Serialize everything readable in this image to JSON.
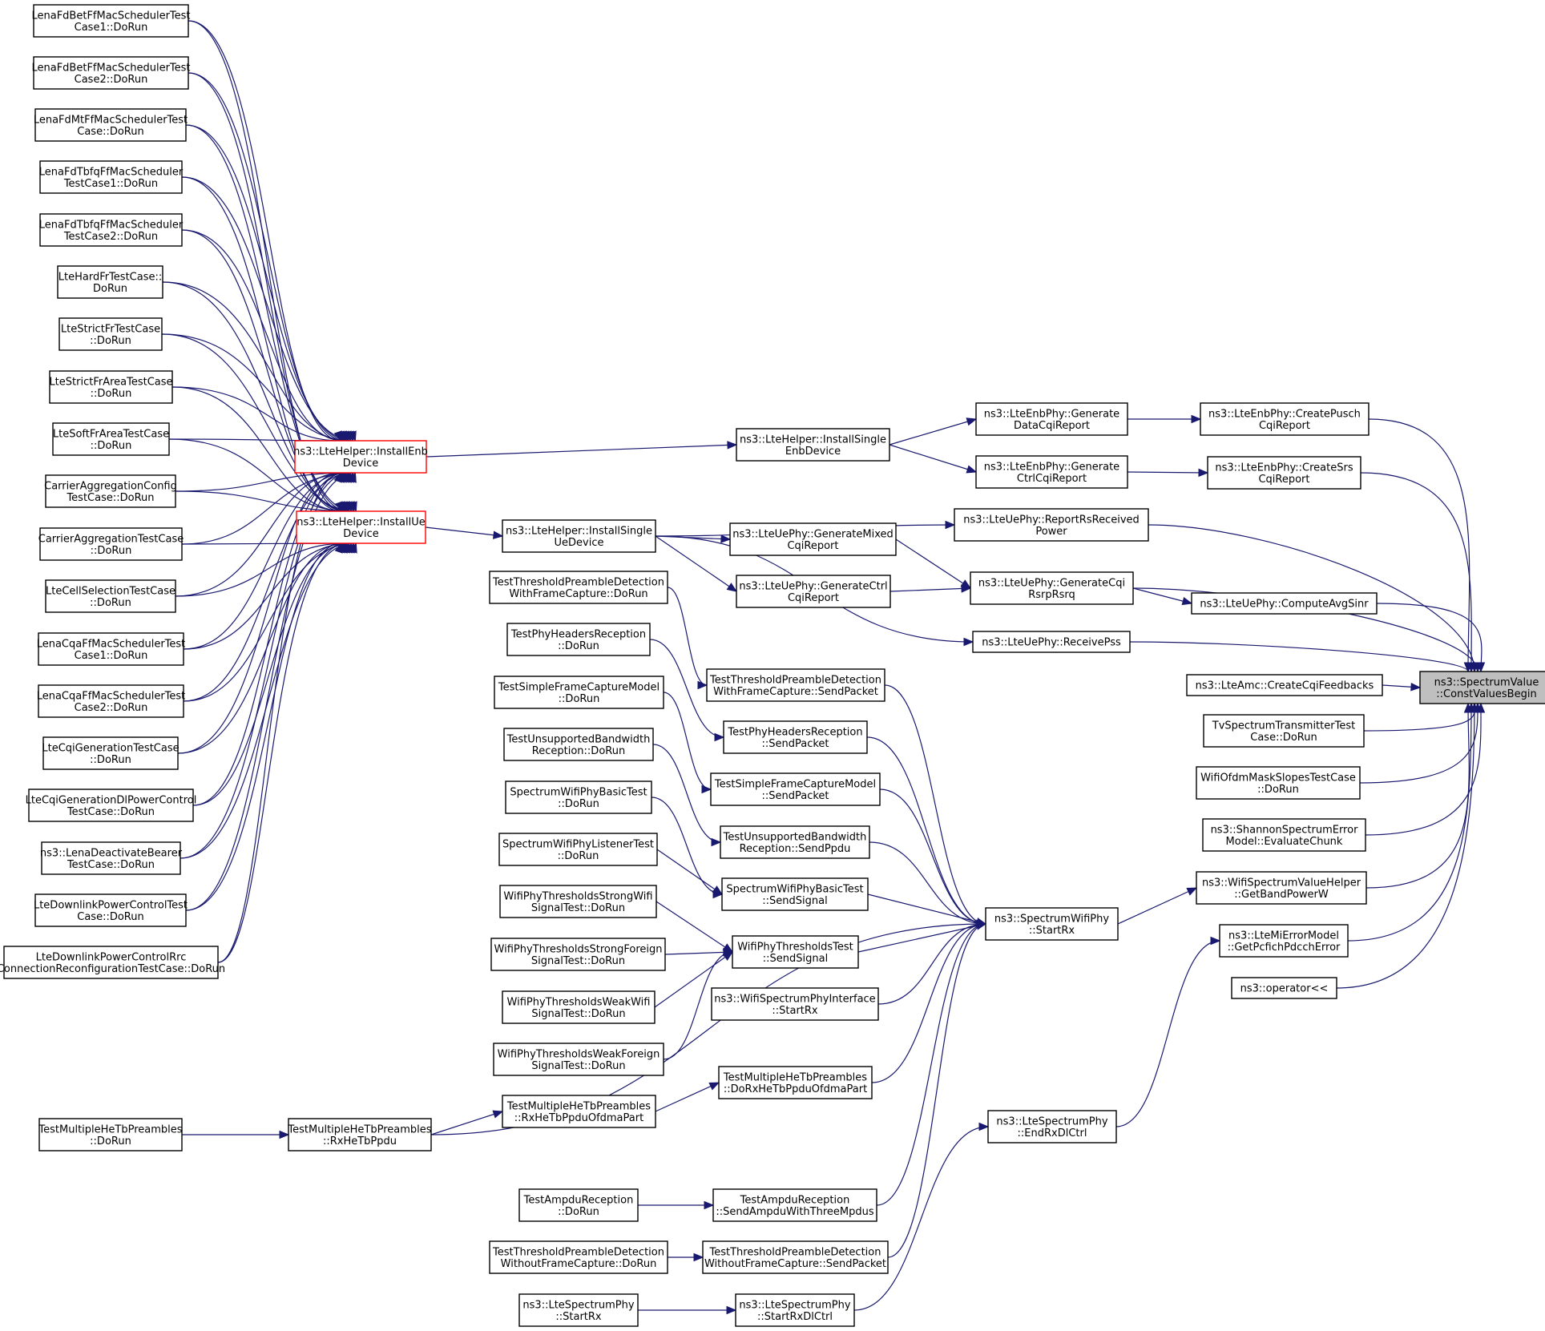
{
  "graph": {
    "title": "ns3::SpectrumValue::ConstValuesBegin caller graph",
    "colors": {
      "edge": "#191970",
      "target_fill": "#bfbfbf",
      "highlight_border": "#ff0000",
      "node_border": "#000000"
    },
    "nodes": {
      "target": [
        "ns3::SpectrumValue",
        "::ConstValuesBegin"
      ],
      "createPusch": [
        "ns3::LteEnbPhy::CreatePusch",
        "CqiReport"
      ],
      "createSrs": [
        "ns3::LteEnbPhy::CreateSrs",
        "CqiReport"
      ],
      "computeAvgSinr": [
        "ns3::LteUePhy::ComputeAvgSinr"
      ],
      "createCqiFeedbacks": [
        "ns3::LteAmc::CreateCqiFeedbacks"
      ],
      "tvSpectrum": [
        "TvSpectrumTransmitterTest",
        "Case::DoRun"
      ],
      "wifiOfdmMask": [
        "WifiOfdmMaskSlopesTestCase",
        "::DoRun"
      ],
      "shannon": [
        "ns3::ShannonSpectrumError",
        "Model::EvaluateChunk"
      ],
      "getBandPower": [
        "ns3::WifiSpectrumValueHelper",
        "::GetBandPowerW"
      ],
      "getPcfich": [
        "ns3::LteMiErrorModel",
        "::GetPcfichPdcchError"
      ],
      "operatorLL": [
        "ns3::operator<<"
      ],
      "genDataCqi": [
        "ns3::LteEnbPhy::Generate",
        "DataCqiReport"
      ],
      "genCtrlCqiEnb": [
        "ns3::LteEnbPhy::Generate",
        "CtrlCqiReport"
      ],
      "reportRs": [
        "ns3::LteUePhy::ReportRsReceived",
        "Power"
      ],
      "genCqiRsrp": [
        "ns3::LteUePhy::GenerateCqi",
        "RsrpRsrq"
      ],
      "receivePss": [
        "ns3::LteUePhy::ReceivePss"
      ],
      "installSingleEnb": [
        "ns3::LteHelper::InstallSingle",
        "EnbDevice"
      ],
      "installSingleUe": [
        "ns3::LteHelper::InstallSingle",
        "UeDevice"
      ],
      "genMixedCqi": [
        "ns3::LteUePhy::GenerateMixed",
        "CqiReport"
      ],
      "genCtrlCqiUe": [
        "ns3::LteUePhy::GenerateCtrl",
        "CqiReport"
      ],
      "installEnb": [
        "ns3::LteHelper::InstallEnb",
        "Device"
      ],
      "installUe": [
        "ns3::LteHelper::InstallUe",
        "Device"
      ],
      "swpStartRx": [
        "ns3::SpectrumWifiPhy",
        "::StartRx"
      ],
      "endRxDlCtrl": [
        "ns3::LteSpectrumPhy",
        "::EndRxDlCtrl"
      ],
      "tpdwfcSend": [
        "TestThresholdPreambleDetection",
        "WithFrameCapture::SendPacket"
      ],
      "phyHdrSend": [
        "TestPhyHeadersReception",
        "::SendPacket"
      ],
      "sfcmSend": [
        "TestSimpleFrameCaptureModel",
        "::SendPacket"
      ],
      "unsupSend": [
        "TestUnsupportedBandwidth",
        "Reception::SendPpdu"
      ],
      "swpbSend": [
        "SpectrumWifiPhyBasicTest",
        "::SendSignal"
      ],
      "wptSend": [
        "WifiPhyThresholdsTest",
        "::SendSignal"
      ],
      "wspiStartRx": [
        "ns3::WifiSpectrumPhyInterface",
        "::StartRx"
      ],
      "mhtDoRxOfdma": [
        "TestMultipleHeTbPreambles",
        "::DoRxHeTbPpduOfdmaPart"
      ],
      "ampduSend": [
        "TestAmpduReception",
        "::SendAmpduWithThreeMpdus"
      ],
      "tpdwofcSend": [
        "TestThresholdPreambleDetection",
        "WithoutFrameCapture::SendPacket"
      ],
      "lspStartRxDlCtrl": [
        "ns3::LteSpectrumPhy",
        "::StartRxDlCtrl"
      ],
      "tpdwfcDoRun": [
        "TestThresholdPreambleDetection",
        "WithFrameCapture::DoRun"
      ],
      "phyHdrDoRun": [
        "TestPhyHeadersReception",
        "::DoRun"
      ],
      "sfcmDoRun": [
        "TestSimpleFrameCaptureModel",
        "::DoRun"
      ],
      "unsupDoRun": [
        "TestUnsupportedBandwidth",
        "Reception::DoRun"
      ],
      "swpbDoRun": [
        "SpectrumWifiPhyBasicTest",
        "::DoRun"
      ],
      "swplDoRun": [
        "SpectrumWifiPhyListenerTest",
        "::DoRun"
      ],
      "wptStrongWifi": [
        "WifiPhyThresholdsStrongWifi",
        "SignalTest::DoRun"
      ],
      "wptStrongForeign": [
        "WifiPhyThresholdsStrongForeign",
        "SignalTest::DoRun"
      ],
      "wptWeakWifi": [
        "WifiPhyThresholdsWeakWifi",
        "SignalTest::DoRun"
      ],
      "wptWeakForeign": [
        "WifiPhyThresholdsWeakForeign",
        "SignalTest::DoRun"
      ],
      "mhtRxOfdma": [
        "TestMultipleHeTbPreambles",
        "::RxHeTbPpduOfdmaPart"
      ],
      "mhtRxPpdu": [
        "TestMultipleHeTbPreambles",
        "::RxHeTbPpdu"
      ],
      "mhtDoRun": [
        "TestMultipleHeTbPreambles",
        "::DoRun"
      ],
      "ampduDoRun": [
        "TestAmpduReception",
        "::DoRun"
      ],
      "tpdwofcDoRun": [
        "TestThresholdPreambleDetection",
        "WithoutFrameCapture::DoRun"
      ],
      "lspStartRx": [
        "ns3::LteSpectrumPhy",
        "::StartRx"
      ],
      "lenaBet1": [
        "LenaFdBetFfMacSchedulerTest",
        "Case1::DoRun"
      ],
      "lenaBet2": [
        "LenaFdBetFfMacSchedulerTest",
        "Case2::DoRun"
      ],
      "lenaMt": [
        "LenaFdMtFfMacSchedulerTest",
        "Case::DoRun"
      ],
      "lenaTbfq1": [
        "LenaFdTbfqFfMacScheduler",
        "TestCase1::DoRun"
      ],
      "lenaTbfq2": [
        "LenaFdTbfqFfMacScheduler",
        "TestCase2::DoRun"
      ],
      "hardFr": [
        "LteHardFrTestCase::",
        "DoRun"
      ],
      "strictFr": [
        "LteStrictFrTestCase",
        "::DoRun"
      ],
      "strictFrArea": [
        "LteStrictFrAreaTestCase",
        "::DoRun"
      ],
      "softFrArea": [
        "LteSoftFrAreaTestCase",
        "::DoRun"
      ],
      "caConfig": [
        "CarrierAggregationConfig",
        "TestCase::DoRun"
      ],
      "caTest": [
        "CarrierAggregationTestCase",
        "::DoRun"
      ],
      "cellSel": [
        "LteCellSelectionTestCase",
        "::DoRun"
      ],
      "cqa1": [
        "LenaCqaFfMacSchedulerTest",
        "Case1::DoRun"
      ],
      "cqa2": [
        "LenaCqaFfMacSchedulerTest",
        "Case2::DoRun"
      ],
      "cqiGen": [
        "LteCqiGenerationTestCase",
        "::DoRun"
      ],
      "cqiGenDl": [
        "LteCqiGenerationDlPowerControl",
        "TestCase::DoRun"
      ],
      "deactBearer": [
        "ns3::LenaDeactivateBearer",
        "TestCase::DoRun"
      ],
      "dlPowerCtrl": [
        "LteDownlinkPowerControlTest",
        "Case::DoRun"
      ],
      "dlPowerRrc": [
        "LteDownlinkPowerControlRrc",
        "ConnectionReconfigurationTestCase::DoRun"
      ]
    }
  }
}
